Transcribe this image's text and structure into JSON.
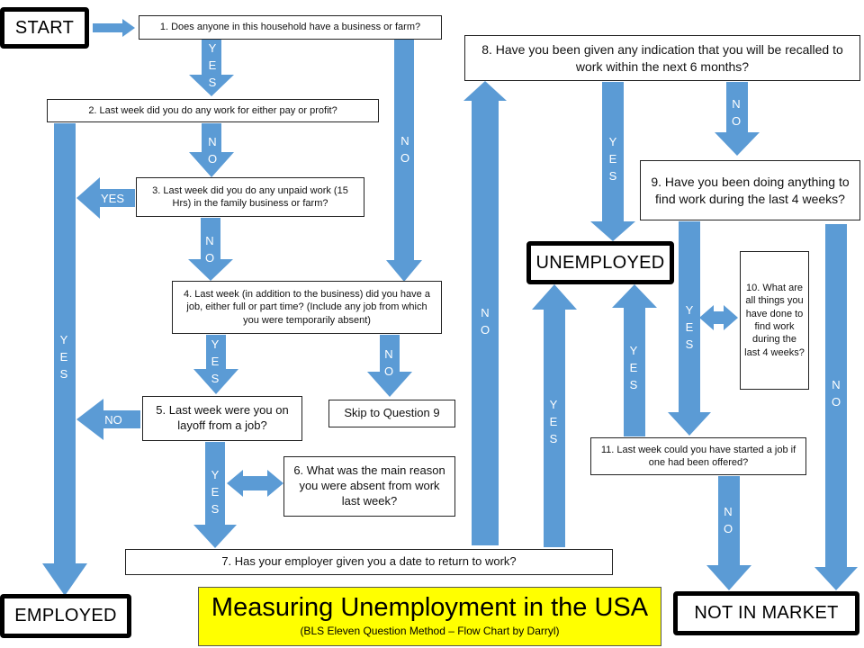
{
  "colors": {
    "arrow": "#5b9bd5",
    "title_bg": "#ffff00"
  },
  "terminals": {
    "start": "START",
    "employed": "EMPLOYED",
    "unemployed": "UNEMPLOYED",
    "not_in_market": "NOT IN MARKET"
  },
  "questions": {
    "q1": "1. Does anyone in this household have a business or farm?",
    "q2": "2. Last week did you do any work for either pay or profit?",
    "q3": "3. Last week did you do any unpaid work (15 Hrs) in the family business or farm?",
    "q4": "4. Last week (in addition to the business) did you have a job, either full or part time? (Include any job from which you were temporarily absent)",
    "q5": "5. Last week were you on layoff from a job?",
    "q6": "6. What was the main reason you were absent from work last week?",
    "q7": "7. Has your employer given you a date to return to work?",
    "q8": "8. Have you been given any indication that you will be recalled to work within the next 6 months?",
    "q9": "9. Have you been doing anything to find work during the last 4 weeks?",
    "q10": "10. What are all things you have done to find work during the last 4 weeks?",
    "q11": "11. Last week could you have started a job if one had been offered?",
    "skip": "Skip to Question 9"
  },
  "labels": {
    "yes_v": "YES",
    "no_v": "NO",
    "yes": "YES",
    "no": "NO"
  },
  "title": {
    "main": "Measuring Unemployment in the USA",
    "sub": "(BLS Eleven Question Method – Flow Chart by Darryl)"
  }
}
